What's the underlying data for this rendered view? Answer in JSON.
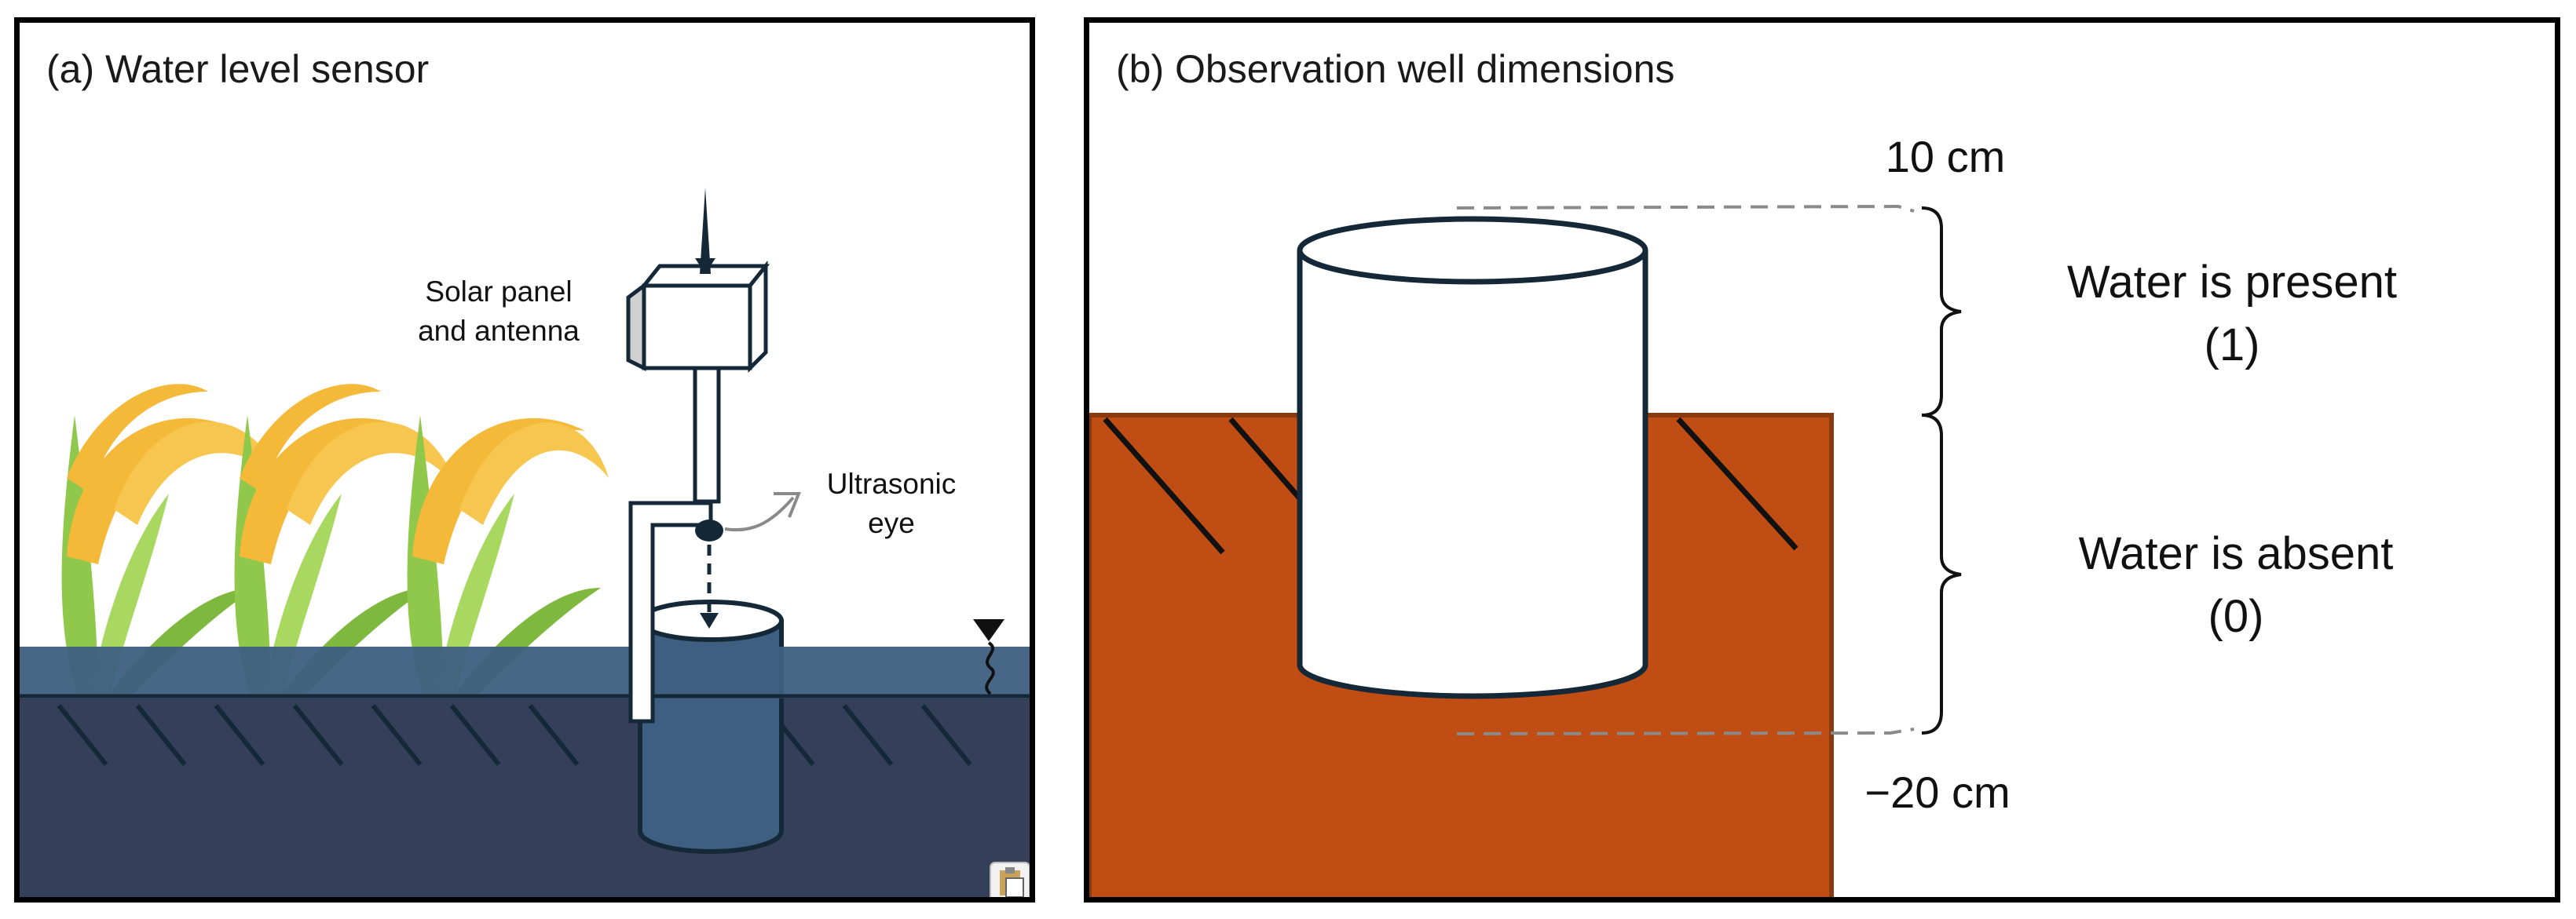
{
  "panel_a": {
    "title": "(a) Water level sensor",
    "label_solar_1": "Solar panel",
    "label_solar_2": "and antenna",
    "label_eye_1": "Ultrasonic",
    "label_eye_2": "eye"
  },
  "panel_b": {
    "title": "(b) Observation well dimensions",
    "top_label": "10 cm",
    "bottom_label": "−20 cm",
    "present_1": "Water is present",
    "present_2": "(1)",
    "absent_1": "Water is absent",
    "absent_2": "(0)"
  },
  "colors": {
    "water": "#3e5f80",
    "ground": "#34405a",
    "soil": "#c04e14",
    "soil_edge": "#8a3a10",
    "well_stroke": "#152838",
    "leaf_yellow": "#f5b93a",
    "leaf_green": "#8fc84a"
  },
  "icons": [
    "antenna-icon",
    "water-level-marker-icon",
    "clipboard-icon"
  ]
}
